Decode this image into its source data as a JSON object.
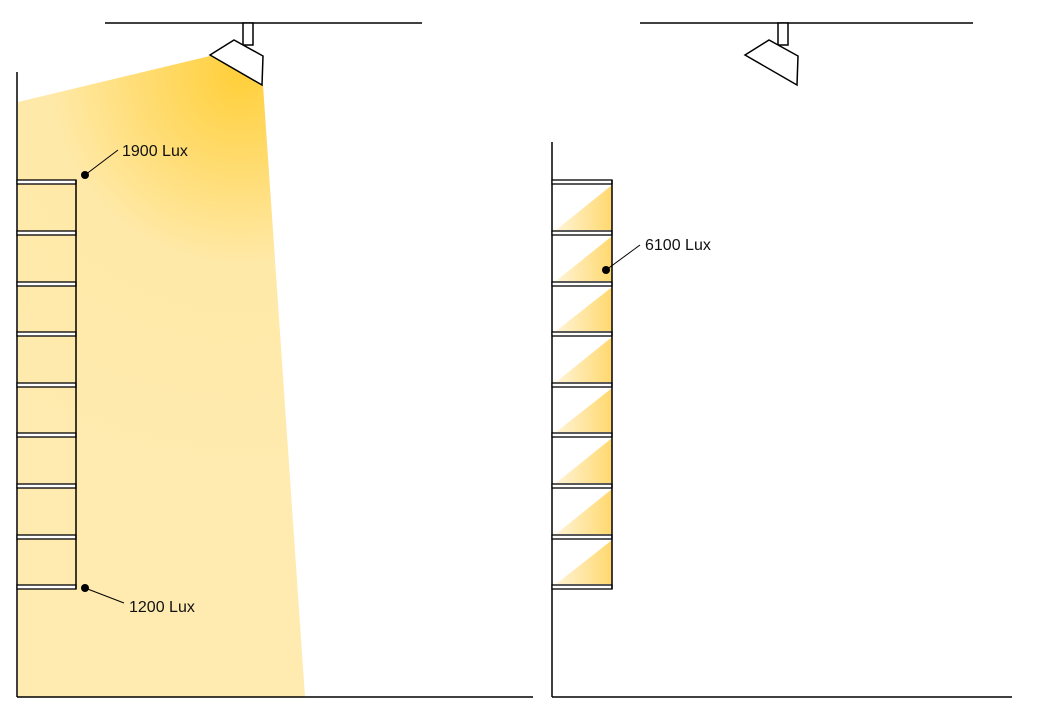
{
  "left_scene": {
    "label_top": "1900 Lux",
    "label_bottom": "1200 Lux",
    "beam_color": "#FFD23F"
  },
  "right_scene": {
    "label_shelf": "6100 Lux",
    "shelf_light_color": "#FFD56A"
  }
}
